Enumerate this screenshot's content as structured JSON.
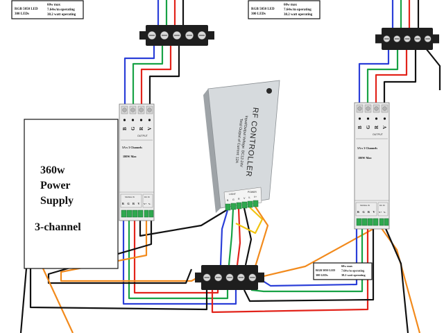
{
  "colors": {
    "wire_blue": "#2a3ed8",
    "wire_green": "#17a245",
    "wire_red": "#e2231a",
    "wire_black": "#111111",
    "wire_orange": "#f28a1c",
    "wire_yellow": "#f1c40f",
    "controller_body": "#d6dadd",
    "controller_side": "#9ea3a7",
    "terminal_block": "#1e1e1e",
    "terminal_green": "#2fa84f"
  },
  "led_strips": [
    {
      "model": "RGB 5050 LED",
      "count": "300 LEDs",
      "max": "60w max",
      "per_meter": "7.64w/m operating",
      "operating": "38.2 watt operating"
    },
    {
      "model": "RGB 5050 LED",
      "count": "300 LEDs",
      "max": "60w max",
      "per_meter": "7.64w/m operating",
      "operating": "38.2 watt operating"
    },
    {
      "model": "RGB 5050 LED",
      "count": "300 LEDs",
      "max": "60w max",
      "per_meter": "7.64w/m operating",
      "operating": "38.2 watt operating"
    }
  ],
  "power_supply": {
    "line1": "360w",
    "line2": "Power",
    "line3": "Supply",
    "line4": "3-channel"
  },
  "rf_controller": {
    "title": "RF CONTROLLER",
    "voltage": "Input/Output Voltage: DC12-24V",
    "current": "Total Output of Current: 12A",
    "light_label": "LIGHT",
    "light_pins": [
      "B",
      "G",
      "R",
      "V"
    ],
    "power_label": "POWER",
    "power_pins": [
      "V-",
      "V+"
    ]
  },
  "amplifiers": [
    {
      "output_pins": [
        "B",
        "G",
        "R",
        "V"
      ],
      "output_label": "OUTPUT",
      "spec_channels": "5A x 3 Channels",
      "spec_max": "180W Max",
      "signal_label": "SIGNAL IN",
      "signal_pins": [
        "B",
        "G",
        "R",
        "V"
      ],
      "dc_label": "DC IN",
      "dc_pins": [
        "V+",
        "V-"
      ]
    },
    {
      "output_pins": [
        "B",
        "G",
        "R",
        "V"
      ],
      "output_label": "OUTPUT",
      "spec_channels": "5A x 3 Channels",
      "spec_max": "180W Max",
      "signal_label": "SIGNAL IN",
      "signal_pins": [
        "B",
        "G",
        "R",
        "V"
      ],
      "dc_label": "DC IN",
      "dc_pins": [
        "V+",
        "V-"
      ]
    }
  ]
}
